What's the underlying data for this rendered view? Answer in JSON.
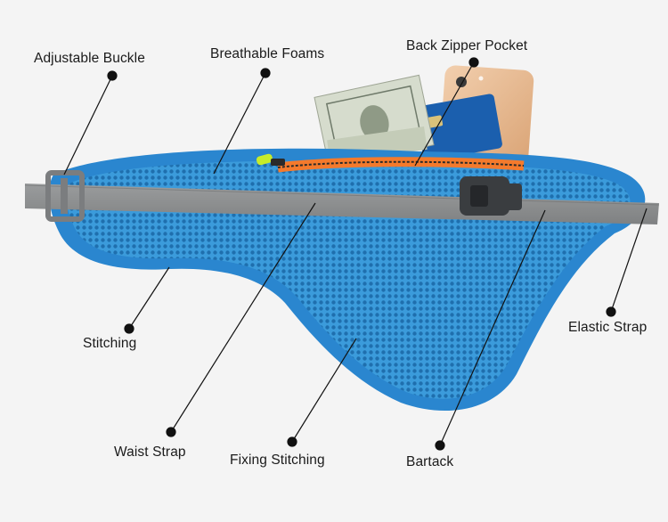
{
  "callouts": {
    "adjustable_buckle": "Adjustable Buckle",
    "breathable_foams": "Breathable Foams",
    "back_zipper_pocket": "Back Zipper Pocket",
    "stitching": "Stitching",
    "elastic_strap": "Elastic Strap",
    "waist_strap": "Waist Strap",
    "fixing_stitching": "Fixing Stitching",
    "bartack": "Bartack"
  },
  "colors": {
    "background": "#f4f4f4",
    "bag_blue": "#2f8fd6",
    "mesh_blue": "#3f9fdc",
    "strap_gray": "#8f9192",
    "buckle_dark": "#3a3d40",
    "zipper_orange": "#f47a2c",
    "zipper_pull": "#c6ec2a",
    "phone_gold": "#e8b98c",
    "cash_green": "#cfd8c2"
  },
  "icons": {
    "callout_marker": "black-dot"
  }
}
